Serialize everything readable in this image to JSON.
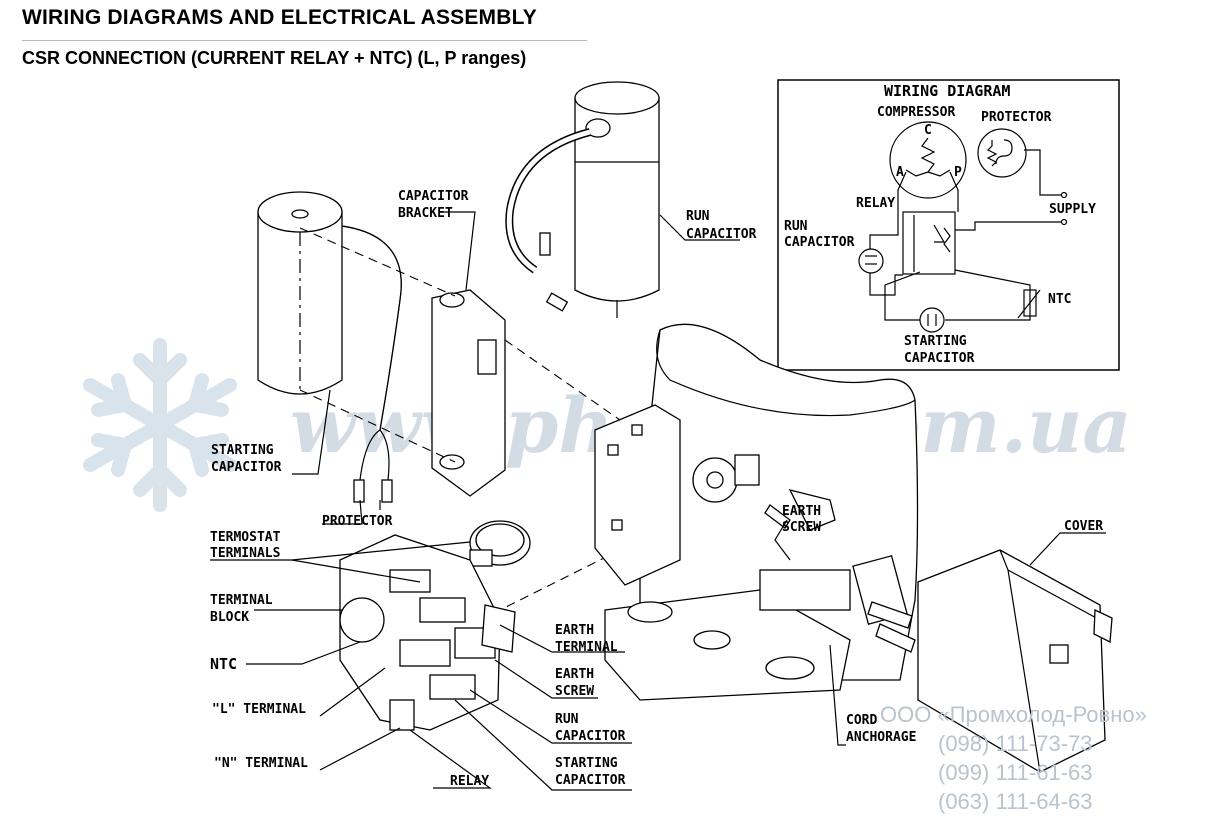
{
  "header": {
    "title": "WIRING DIAGRAMS AND ELECTRICAL ASSEMBLY",
    "subtitle": "CSR CONNECTION (CURRENT RELAY + NTC) (L, P ranges)"
  },
  "wiring_diagram": {
    "title": "WIRING DIAGRAM",
    "compressor": "COMPRESSOR",
    "protector": "PROTECTOR",
    "c": "C",
    "a": "A",
    "p": "P",
    "relay": "RELAY",
    "supply": "SUPPLY",
    "run_capacitor_1": "RUN",
    "run_capacitor_2": "CAPACITOR",
    "ntc": "NTC",
    "starting_capacitor_1": "STARTING",
    "starting_capacitor_2": "CAPACITOR"
  },
  "labels": {
    "capacitor_bracket_1": "CAPACITOR",
    "capacitor_bracket_2": "BRACKET",
    "run_capacitor_top_1": "RUN",
    "run_capacitor_top_2": "CAPACITOR",
    "starting_capacitor_left_1": "STARTING",
    "starting_capacitor_left_2": "CAPACITOR",
    "protector": "PROTECTOR",
    "termostat_terminals_1": "TERMOSTAT",
    "termostat_terminals_2": "TERMINALS",
    "terminal_block_1": "TERMINAL",
    "terminal_block_2": "BLOCK",
    "ntc": "NTC",
    "l_terminal": "\"L\" TERMINAL",
    "n_terminal": "\"N\" TERMINAL",
    "relay": "RELAY",
    "earth_terminal_1": "EARTH",
    "earth_terminal_2": "TERMINAL",
    "earth_screw_low_1": "EARTH",
    "earth_screw_low_2": "SCREW",
    "run_capacitor_low_1": "RUN",
    "run_capacitor_low_2": "CAPACITOR",
    "starting_capacitor_low_1": "STARTING",
    "starting_capacitor_low_2": "CAPACITOR",
    "earth_screw_right_1": "EARTH",
    "earth_screw_right_2": "SCREW",
    "cover": "COVER",
    "cord_anchorage_1": "CORD",
    "cord_anchorage_2": "ANCHORAGE"
  },
  "watermark": {
    "site": "www.pholod.com.ua",
    "company": "ООО «Промхолод-Ровно»",
    "phone_1": "(098) 111-73-73",
    "phone_2": "(099) 111-61-63",
    "phone_3": "(063) 111-64-63"
  }
}
